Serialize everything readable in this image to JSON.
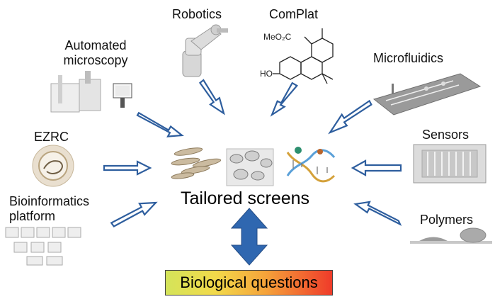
{
  "labels": {
    "robotics": "Robotics",
    "complat": "ComPlat",
    "automated_microscopy_line1": "Automated",
    "automated_microscopy_line2": "microscopy",
    "microfluidics": "Microfluidics",
    "ezrc": "EZRC",
    "sensors": "Sensors",
    "bioinformatics_line1": "Bioinformatics",
    "bioinformatics_line2": "platform",
    "polymers": "Polymers"
  },
  "center_title": "Tailored screens",
  "bottom_box": "Biological questions",
  "molecule_labels": {
    "ester": "MeO₂C",
    "hydroxyl": "HO"
  },
  "colors": {
    "arrow_outline": "#2e5e9e",
    "double_arrow": "#2f67b0",
    "bottom_gradient": [
      "#d4e45a",
      "#f2d94a",
      "#f5a33a",
      "#ef3b2a"
    ]
  }
}
